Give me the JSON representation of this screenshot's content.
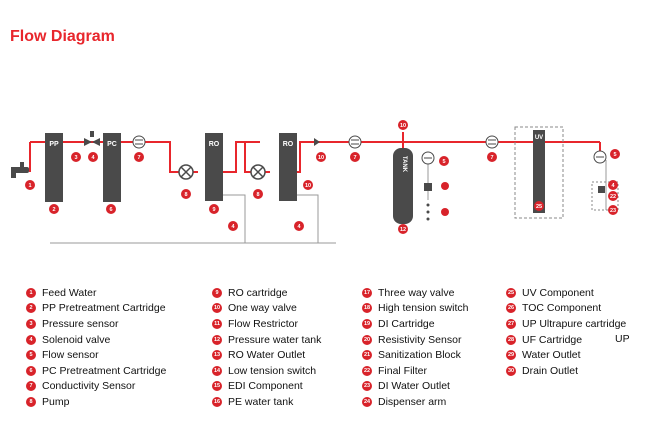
{
  "title": "Flow Diagram",
  "colors": {
    "pipe": "#e8262c",
    "cartridge": "#4a4a4a",
    "marker": "#d8232a"
  },
  "labels": {
    "pp": "PP",
    "pc": "PC",
    "ro1": "RO",
    "ro2": "RO",
    "tank": "TANK",
    "uv": "UV"
  },
  "markers": {
    "m1": "1",
    "m2": "2",
    "m3": "3",
    "m4a": "4",
    "m6": "6",
    "m7a": "7",
    "m8a": "8",
    "m9": "9",
    "m8b": "8",
    "m4b": "4",
    "m4c": "4",
    "m10a": "10",
    "m10b": "10",
    "m7b": "7",
    "m10c": "10",
    "m5a": "5",
    "m12": "12",
    "m7c": "7",
    "m25": "25",
    "m5b": "5",
    "m4d": "4",
    "m22": "22",
    "m23": "23"
  },
  "legend": {
    "col1": [
      {
        "num": "1",
        "label": "Feed Water"
      },
      {
        "num": "2",
        "label": "PP Pretreatment Cartridge"
      },
      {
        "num": "3",
        "label": "Pressure sensor"
      },
      {
        "num": "4",
        "label": "Solenoid valve"
      },
      {
        "num": "5",
        "label": "Flow sensor"
      },
      {
        "num": "6",
        "label": "PC Pretreatment Cartridge"
      },
      {
        "num": "7",
        "label": "Conductivity Sensor"
      },
      {
        "num": "8",
        "label": "Pump"
      }
    ],
    "col2": [
      {
        "num": "9",
        "label": "RO cartridge"
      },
      {
        "num": "10",
        "label": "One way valve"
      },
      {
        "num": "11",
        "label": "Flow Restrictor"
      },
      {
        "num": "12",
        "label": "Pressure water tank"
      },
      {
        "num": "13",
        "label": "RO Water Outlet"
      },
      {
        "num": "14",
        "label": "Low tension switch"
      },
      {
        "num": "15",
        "label": "EDI Component"
      },
      {
        "num": "16",
        "label": "PE water tank"
      }
    ],
    "col3": [
      {
        "num": "17",
        "label": "Three way valve"
      },
      {
        "num": "18",
        "label": "High tension switch"
      },
      {
        "num": "19",
        "label": "DI Cartridge"
      },
      {
        "num": "20",
        "label": "Resistivity Sensor"
      },
      {
        "num": "21",
        "label": "Sanitization Block"
      },
      {
        "num": "22",
        "label": "Final Filter"
      },
      {
        "num": "23",
        "label": "DI Water Outlet"
      },
      {
        "num": "24",
        "label": "Dispenser arm"
      }
    ],
    "col4": [
      {
        "num": "25",
        "label": "UV Component"
      },
      {
        "num": "26",
        "label": "TOC Component"
      },
      {
        "num": "27",
        "label": "UP Ultrapure cartridge"
      },
      {
        "num": "28",
        "label": "UF Cartridge"
      },
      {
        "num": "29",
        "label": "Water Outlet"
      },
      {
        "num": "30",
        "label": "Drain Outlet"
      }
    ],
    "extra_up": "UP"
  }
}
